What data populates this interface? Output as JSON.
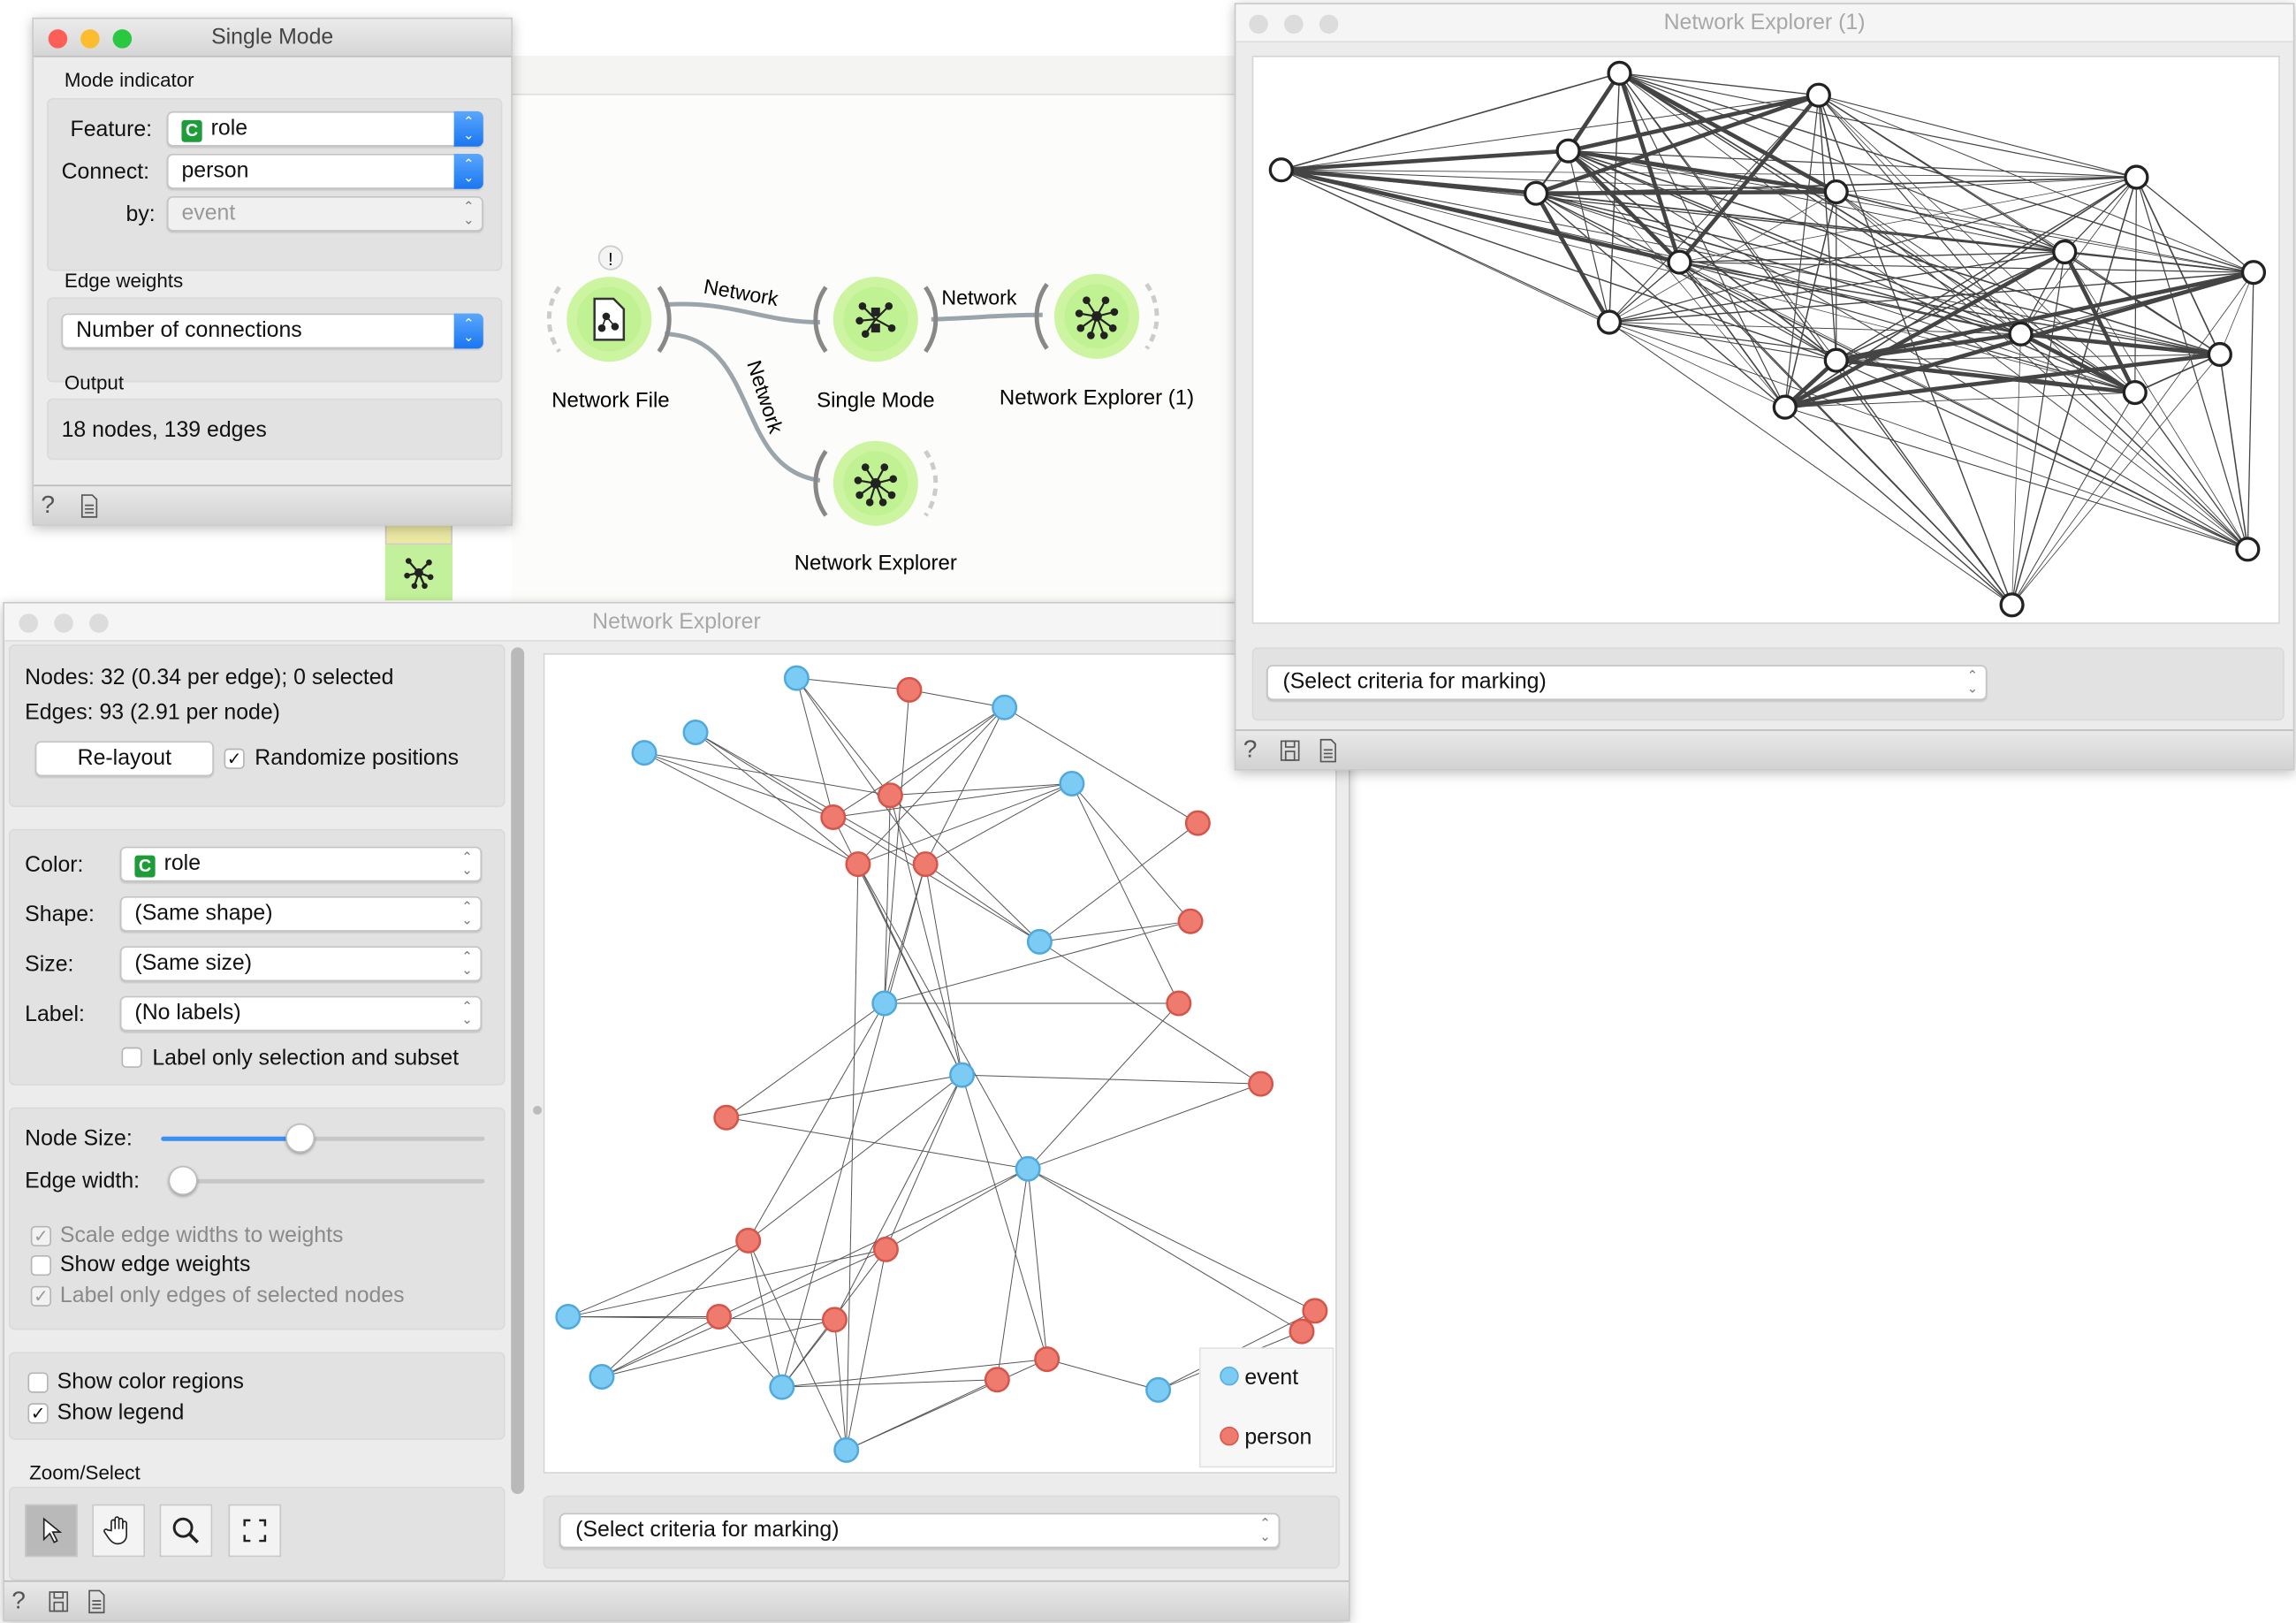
{
  "workflow": {
    "nodes": [
      {
        "label": "Network File",
        "icon": "network-file-icon"
      },
      {
        "label": "Single Mode",
        "icon": "single-mode-icon"
      },
      {
        "label": "Network Explorer (1)",
        "icon": "network-explorer-icon"
      },
      {
        "label": "Network Explorer",
        "icon": "network-explorer-icon"
      }
    ],
    "links": [
      "Network",
      "Network",
      "Network"
    ],
    "warning": "!"
  },
  "single_mode": {
    "title": "Single Mode",
    "mode_indicator": {
      "heading": "Mode indicator",
      "feature_label": "Feature:",
      "feature_badge": "C",
      "feature_value": "role",
      "connect_label": "Connect:",
      "connect_value": "person",
      "by_label": "by:",
      "by_value": "event"
    },
    "edge_weights": {
      "heading": "Edge weights",
      "value": "Number of connections"
    },
    "output": {
      "heading": "Output",
      "value": "18 nodes, 139 edges"
    }
  },
  "explorer1": {
    "title": "Network Explorer (1)",
    "marking": "(Select criteria for marking)",
    "node_count": 18,
    "edge_count": 139
  },
  "explorer": {
    "title": "Network Explorer",
    "info": {
      "nodes": "Nodes: 32 (0.34 per edge); 0 selected",
      "edges": "Edges: 93 (2.91 per node)",
      "relayout": "Re-layout",
      "randomize": "Randomize positions",
      "randomize_checked": true
    },
    "display": {
      "color_label": "Color:",
      "color_badge": "C",
      "color_value": "role",
      "shape_label": "Shape:",
      "shape_value": "(Same shape)",
      "size_label": "Size:",
      "size_value": "(Same size)",
      "label_label": "Label:",
      "label_value": "(No labels)",
      "label_only": "Label only selection and subset",
      "label_only_checked": false
    },
    "sizes": {
      "node_size_label": "Node Size:",
      "node_size": 0.43,
      "edge_width_label": "Edge width:",
      "edge_width": 0.0,
      "scale_edges": "Scale edge widths to weights",
      "scale_edges_checked": true,
      "show_weights": "Show edge weights",
      "show_weights_checked": false,
      "label_edges": "Label only edges of selected nodes",
      "label_edges_checked": true
    },
    "regions": {
      "color_regions": "Show color regions",
      "color_regions_checked": false,
      "legend": "Show legend",
      "legend_checked": true
    },
    "zoom_select": {
      "heading": "Zoom/Select",
      "tools": [
        "pointer-icon",
        "hand-icon",
        "zoom-icon",
        "fit-icon"
      ]
    },
    "marking": "(Select criteria for marking)",
    "legend": [
      {
        "label": "event",
        "color": "#7ccbf4"
      },
      {
        "label": "person",
        "color": "#ef7a6e"
      }
    ]
  },
  "colors": {
    "event": "#7ccbf4",
    "person": "#ef7a6e",
    "accent": "#1a76f2",
    "widget_green": "#cdf5a1"
  }
}
